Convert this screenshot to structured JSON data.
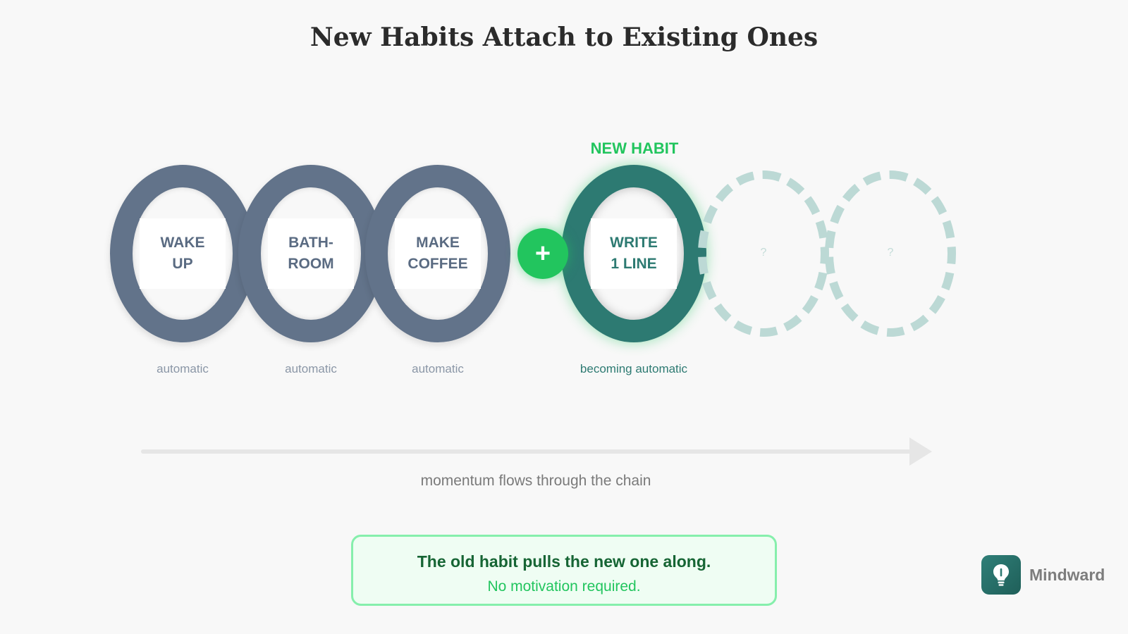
{
  "title": "New Habits Attach to Existing Ones",
  "new_habit_tag": "NEW HABIT",
  "habits": [
    {
      "line1": "WAKE",
      "line2": "UP",
      "status": "automatic"
    },
    {
      "line1": "BATH-",
      "line2": "ROOM",
      "status": "automatic"
    },
    {
      "line1": "MAKE",
      "line2": "COFFEE",
      "status": "automatic"
    },
    {
      "line1": "WRITE",
      "line2": "1 LINE",
      "status": "becoming automatic"
    }
  ],
  "future_links": [
    "?",
    "?"
  ],
  "plus_symbol": "+",
  "arrow_caption": "momentum flows through the chain",
  "callout": {
    "main": "The old habit pulls the new one along.",
    "sub": "No motivation required."
  },
  "brand": {
    "name": "Mindward",
    "icon": "lightbulb-icon"
  },
  "colors": {
    "old_habit": "#62738a",
    "new_habit": "#2d7a72",
    "accent": "#22c55e",
    "future_link": "#bcd9d5"
  }
}
